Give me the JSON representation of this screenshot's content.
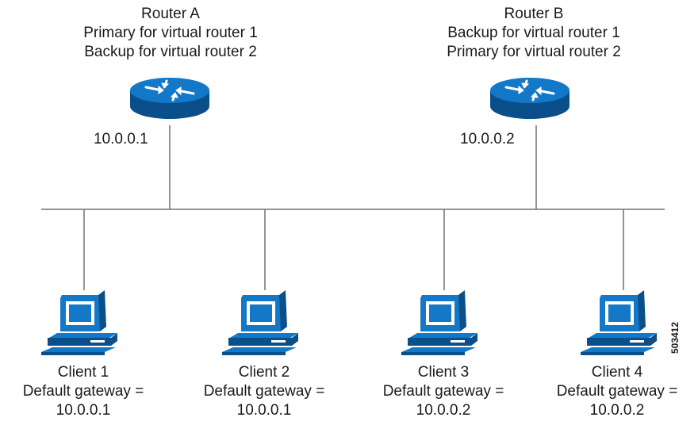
{
  "routers": [
    {
      "name": "Router A",
      "role1": "Primary for virtual router 1",
      "role2": "Backup for virtual router 2",
      "ip": "10.0.0.1"
    },
    {
      "name": "Router B",
      "role1": "Backup for virtual router 1",
      "role2": "Primary for virtual router 2",
      "ip": "10.0.0.2"
    }
  ],
  "clients": [
    {
      "name": "Client 1",
      "gateway_label": "Default gateway =",
      "gateway": "10.0.0.1"
    },
    {
      "name": "Client 2",
      "gateway_label": "Default gateway =",
      "gateway": "10.0.0.1"
    },
    {
      "name": "Client 3",
      "gateway_label": "Default gateway =",
      "gateway": "10.0.0.2"
    },
    {
      "name": "Client 4",
      "gateway_label": "Default gateway =",
      "gateway": "10.0.0.2"
    }
  ],
  "figure_id": "503412",
  "colors": {
    "device_blue": "#1478c8",
    "device_dark": "#0a4f8a",
    "screen": "#ffffff",
    "line": "#707070"
  }
}
